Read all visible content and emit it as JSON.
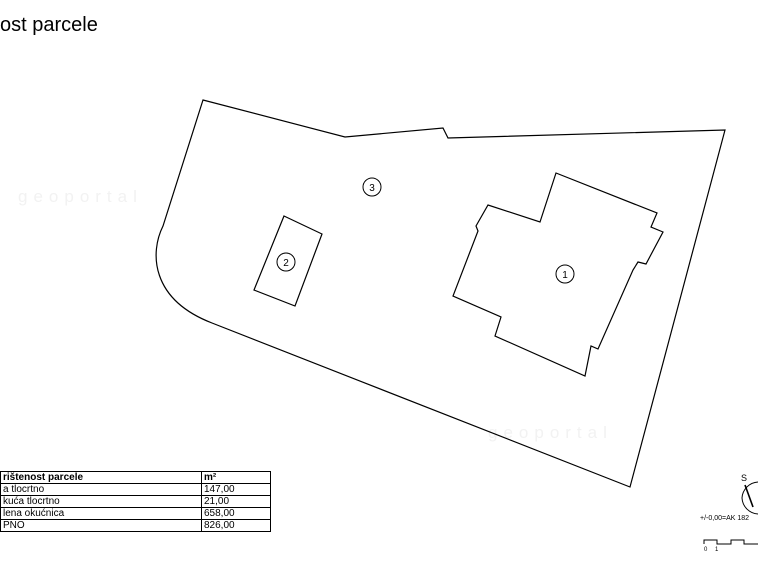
{
  "title": "ost parcele",
  "plan": {
    "zones": [
      {
        "label": "1"
      },
      {
        "label": "2"
      },
      {
        "label": "3"
      }
    ],
    "watermark": "geoportal"
  },
  "table": {
    "header": {
      "name": "rištenost parcele",
      "value": "m²"
    },
    "rows": [
      {
        "name": "a tlocrtno",
        "value": "147,00"
      },
      {
        "name": "kuća tlocrtno",
        "value": "21,00"
      },
      {
        "name": "lena okućnica",
        "value": "658,00"
      },
      {
        "name": "PNO",
        "value": "826,00"
      }
    ]
  },
  "legend": {
    "north_label": "S",
    "elevation": "+/-0,00=AK 182",
    "scale_labels": [
      "0",
      "1"
    ]
  }
}
